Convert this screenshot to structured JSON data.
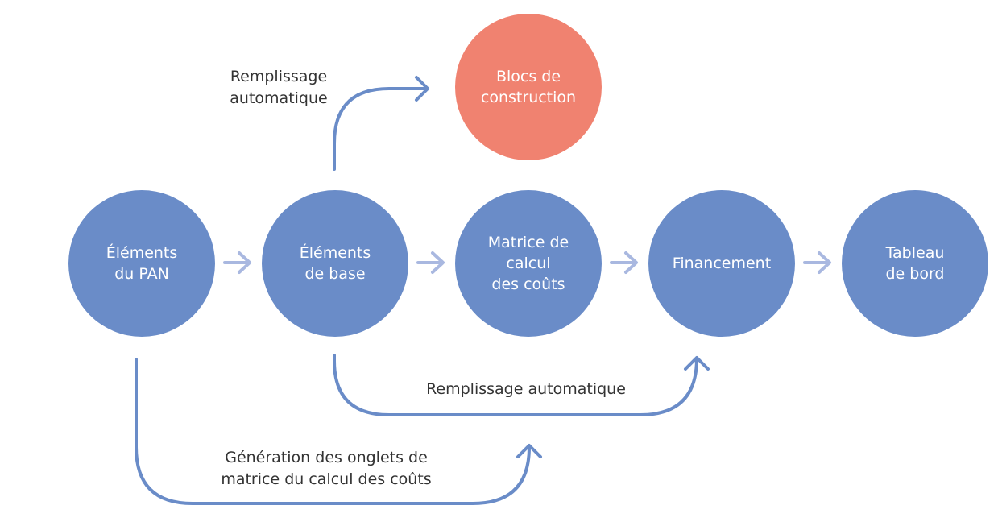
{
  "nodes": {
    "elements_pan": "Éléments\ndu PAN",
    "elements_base": "Éléments\nde base",
    "matrice": "Matrice de\ncalcul\ndes coûts",
    "financement": "Financement",
    "tableau": "Tableau\nde bord",
    "blocs": "Blocs de\nconstruction"
  },
  "labels": {
    "top": "Remplissage\nautomatique",
    "middle": "Remplissage automatique",
    "bottom": "Génération des onglets de\nmatrice du calcul des coûts"
  },
  "colors": {
    "node_blue": "#6a8cc8",
    "node_coral": "#f08270",
    "curve_arrow": "#6a8cc8",
    "step_arrow": "#a9b8e0",
    "text": "#333333"
  }
}
